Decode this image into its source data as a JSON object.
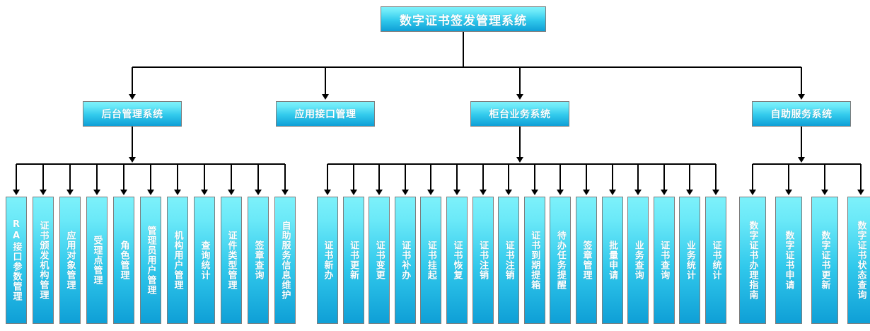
{
  "diagram": {
    "title": "数字证书签发管理系统",
    "accent_light": "#7df1fb",
    "accent_dark": "#0f9fd6",
    "border_color": "#7d7d7d",
    "text_color": "#ffffff",
    "connector_color": "#000000",
    "background": "#ffffff",
    "root": {
      "label": "数字证书签发管理系统"
    },
    "groups": [
      {
        "label": "后台管理系统",
        "children": [
          "RA接口参数管理",
          "证书颁发机构管理",
          "应用对象管理",
          "受理点管理",
          "角色管理",
          "管理员用户管理",
          "机构用户管理",
          "查询统计",
          "证件类型管理",
          "签章查询",
          "自助服务信息维护"
        ]
      },
      {
        "label": "应用接口管理",
        "children": []
      },
      {
        "label": "柜台业务系统",
        "children": [
          "证书新办",
          "证书更新",
          "证书变更",
          "证书补办",
          "证书挂起",
          "证书恢复",
          "证书注销",
          "证书注销",
          "证书到期提箱",
          "待办任务提醒",
          "签章管理",
          "批量申请",
          "业务查询",
          "证书查询",
          "业务统计",
          "证书统计"
        ]
      },
      {
        "label": "自助服务系统",
        "children": [
          "数字证书办理指南",
          "数字证书申请",
          "数字证书更新",
          "数字证书状态查询"
        ]
      }
    ]
  }
}
